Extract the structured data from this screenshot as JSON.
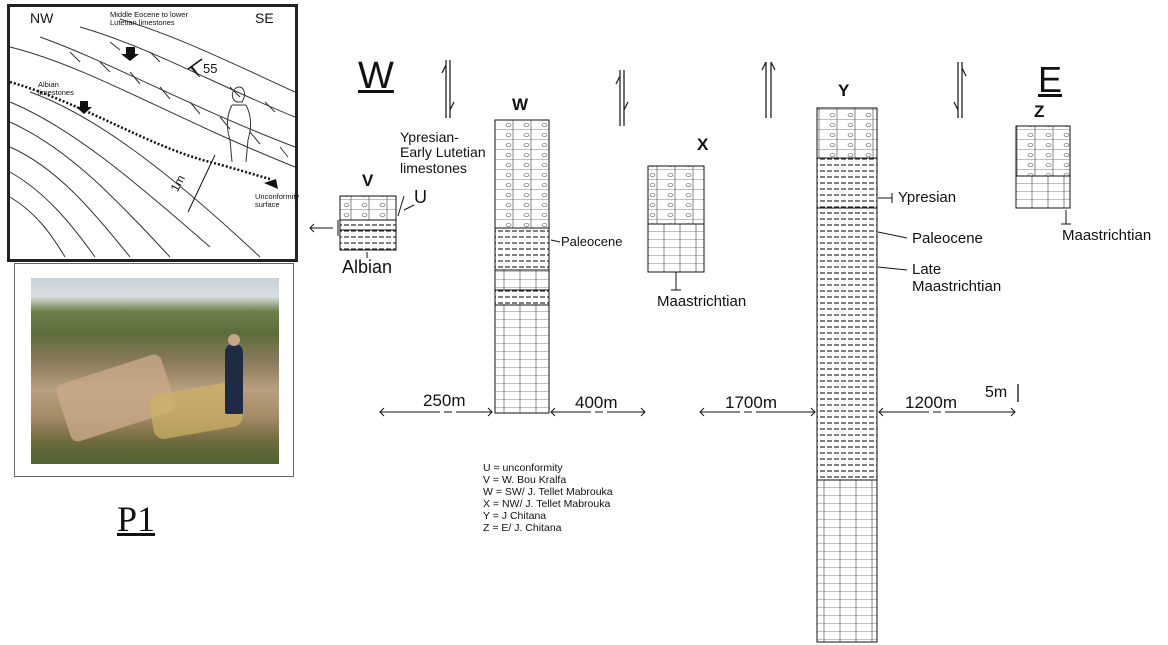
{
  "figure": {
    "direction_west": "W",
    "direction_east": "E",
    "plate_label": "P1"
  },
  "sketch": {
    "corner_nw": "NW",
    "corner_se": "SE",
    "note_middle_eocene": "Middle Eocene to lower Lutetian limestones",
    "note_albian": "Albian limestones",
    "dip_value": "55",
    "scale_label": "1m",
    "note_unconformity": "Unconformity surface"
  },
  "columns": [
    {
      "id": "V",
      "label": "V"
    },
    {
      "id": "W",
      "label": "W"
    },
    {
      "id": "X",
      "label": "X"
    },
    {
      "id": "Y",
      "label": "Y"
    },
    {
      "id": "Z",
      "label": "Z"
    }
  ],
  "annotations": {
    "v_top": "Ypresian- Early Lutetian limestones",
    "v_u": "U",
    "v_bottom": "Albian",
    "w_paleocene": "Paleocene",
    "x_maastrichtian": "Maastrichtian",
    "y_ypresian": "Ypresian",
    "y_paleocene": "Paleocene",
    "y_late_maastrichtian": "Late Maastrichtian",
    "z_maastrichtian": "Maastrichtian"
  },
  "distances": [
    "250m",
    "400m",
    "1700m",
    "1200m"
  ],
  "scale_bar": "5m",
  "legend": [
    "U = unconformity",
    "V = W. Bou Kralfa",
    "W = SW/ J. Tellet Mabrouka",
    "X = NW/ J. Tellet Mabrouka",
    "Y = J Chitana",
    "Z = E/ J. Chitana"
  ]
}
